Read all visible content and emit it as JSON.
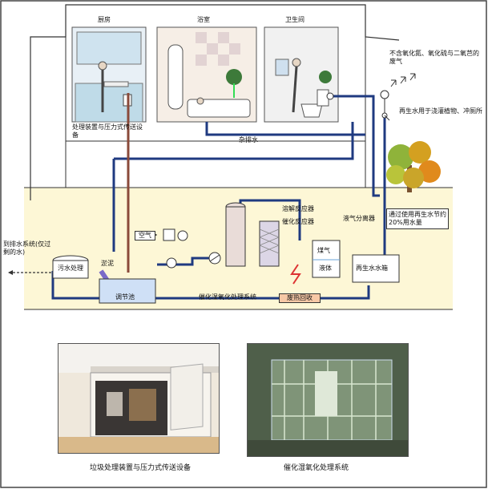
{
  "rooms": {
    "kitchen": "厨房",
    "bath": "浴室",
    "toilet": "卫生间"
  },
  "labels": {
    "disposer_pressure": "处理装置与压力式传送设备",
    "misc_drain": "杂排水",
    "exhaust_gas": "不含氧化氮、氧化硫与二氧芑的废气",
    "reclaimed_use": "再生水用于浇灌植物、冲厕所",
    "saving": "通过使用再生水节约20%用水量",
    "to_drain": "到排水系统(仅过剩的水)",
    "sewage": "污水处理",
    "sludge": "淤泥",
    "air": "空气",
    "dissolve_reactor": "溶解反应器",
    "catalytic_reactor": "催化反应器",
    "gas_liquid_sep": "液气分离器",
    "gas": "煤气",
    "liquid": "液体",
    "reclaimed_tank": "再生水水箱",
    "adjust_tank": "调节池",
    "cwao_system": "催化湿氧化处理系统",
    "heat_recovery": "废热回收"
  },
  "captions": {
    "photo_left": "垃圾处理装置与压力式传送设备",
    "photo_right": "催化湿氧化处理系统"
  }
}
